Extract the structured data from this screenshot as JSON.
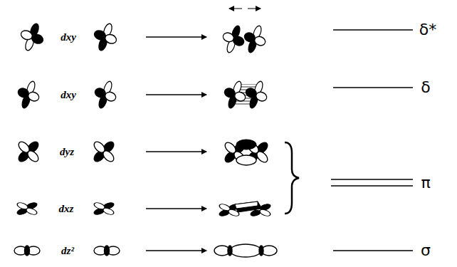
{
  "diagram": {
    "labels": [
      "dxy",
      "δ*",
      "dxy",
      "δ",
      "dyz",
      "π",
      "dxz",
      "dz²",
      "σ"
    ]
  }
}
